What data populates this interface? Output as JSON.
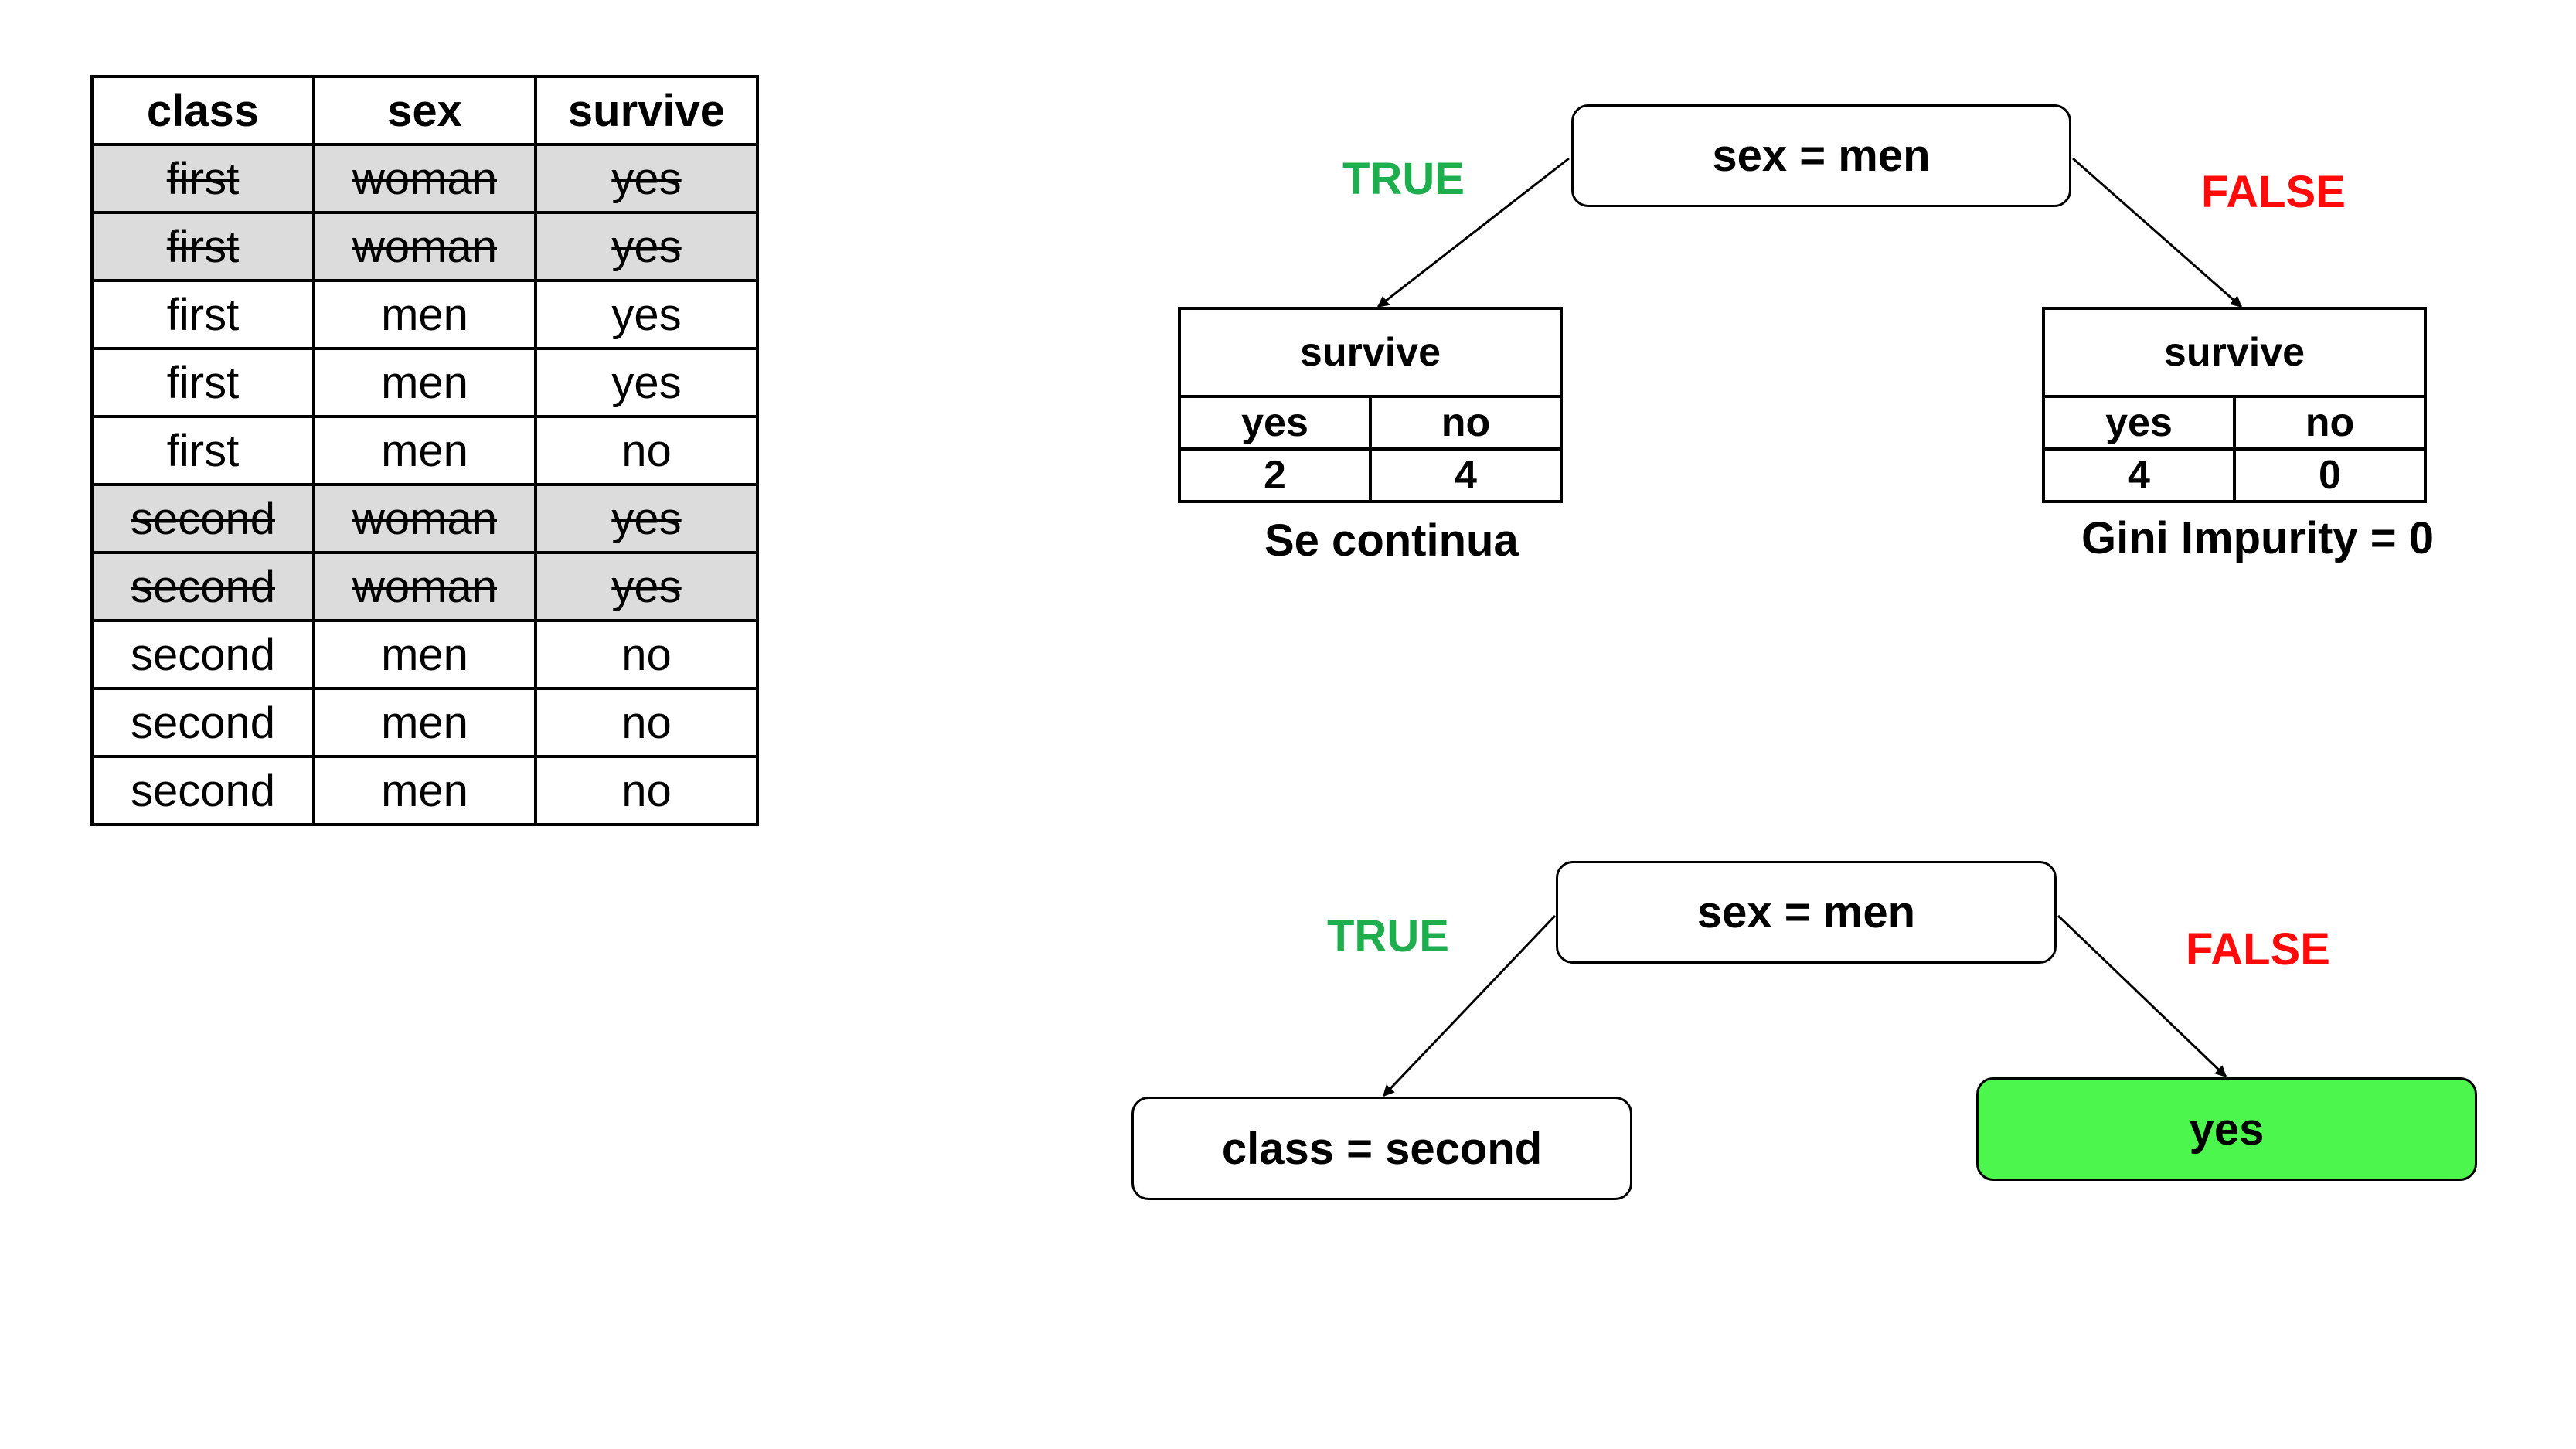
{
  "table": {
    "headers": [
      "class",
      "sex",
      "survive"
    ],
    "rows": [
      {
        "cells": [
          "first",
          "woman",
          "yes"
        ],
        "removed": true
      },
      {
        "cells": [
          "first",
          "woman",
          "yes"
        ],
        "removed": true
      },
      {
        "cells": [
          "first",
          "men",
          "yes"
        ],
        "removed": false
      },
      {
        "cells": [
          "first",
          "men",
          "yes"
        ],
        "removed": false
      },
      {
        "cells": [
          "first",
          "men",
          "no"
        ],
        "removed": false
      },
      {
        "cells": [
          "second",
          "woman",
          "yes"
        ],
        "removed": true
      },
      {
        "cells": [
          "second",
          "woman",
          "yes"
        ],
        "removed": true
      },
      {
        "cells": [
          "second",
          "men",
          "no"
        ],
        "removed": false
      },
      {
        "cells": [
          "second",
          "men",
          "no"
        ],
        "removed": false
      },
      {
        "cells": [
          "second",
          "men",
          "no"
        ],
        "removed": false
      }
    ]
  },
  "tree1": {
    "root": "sex = men",
    "true_label": "TRUE",
    "false_label": "FALSE",
    "left_table": {
      "title": "survive",
      "cols": [
        "yes",
        "no"
      ],
      "values": [
        "2",
        "4"
      ]
    },
    "right_table": {
      "title": "survive",
      "cols": [
        "yes",
        "no"
      ],
      "values": [
        "4",
        "0"
      ]
    },
    "left_caption": "Se continua",
    "right_caption": "Gini Impurity = 0"
  },
  "tree2": {
    "root": "sex = men",
    "true_label": "TRUE",
    "false_label": "FALSE",
    "left_node": "class = second",
    "right_leaf": "yes"
  },
  "colors": {
    "true": "#1fae4d",
    "false": "#ff0a0a",
    "leaf_fill": "#4cf64c",
    "removed_row_fill": "#dcdcdc"
  }
}
